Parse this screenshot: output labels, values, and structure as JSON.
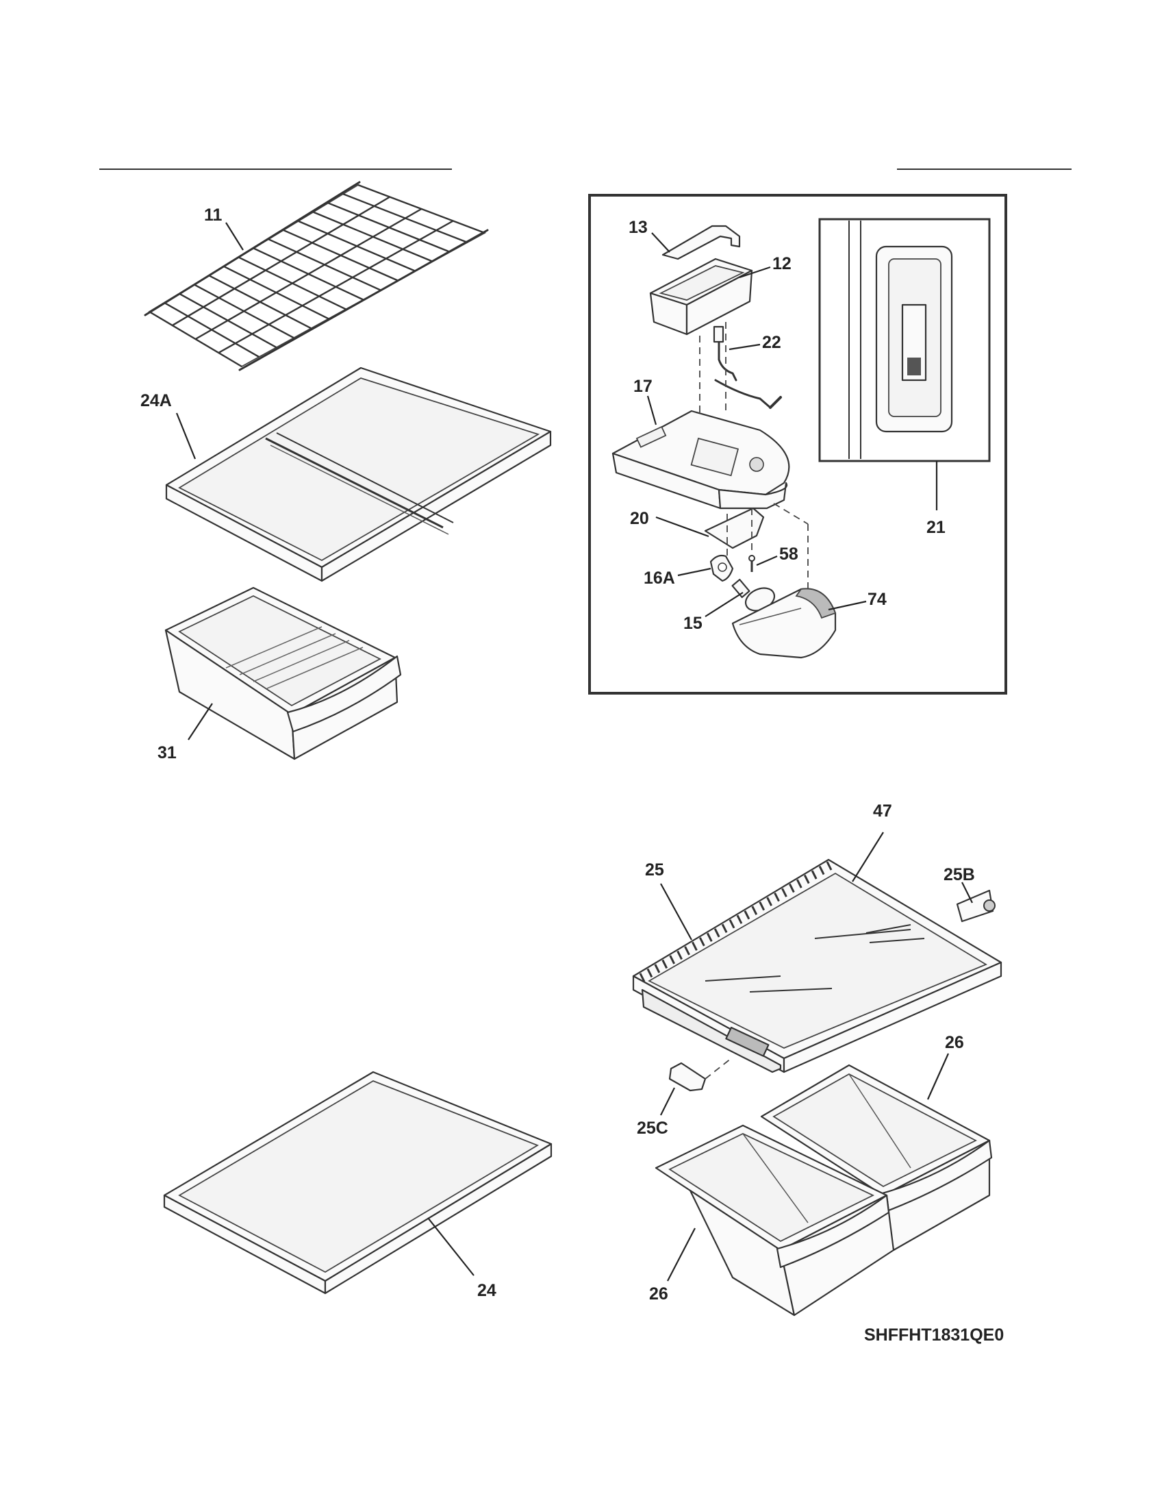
{
  "diagram": {
    "model_code": "SHFFHT1831QE0",
    "callouts": {
      "c11": "11",
      "c24A": "24A",
      "c31": "31",
      "c24": "24",
      "c13": "13",
      "c12": "12",
      "c22": "22",
      "c17": "17",
      "c20": "20",
      "c58": "58",
      "c16A": "16A",
      "c15": "15",
      "c74": "74",
      "c21": "21",
      "c47": "47",
      "c25": "25",
      "c25B": "25B",
      "c25C": "25C",
      "c26a": "26",
      "c26b": "26"
    }
  }
}
